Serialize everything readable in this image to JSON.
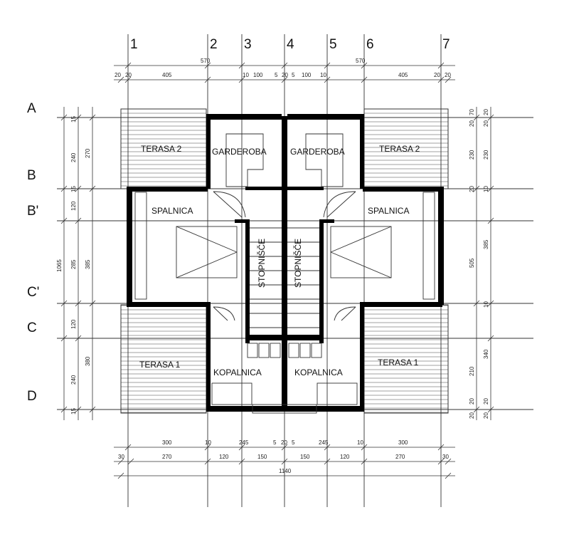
{
  "grid_columns": [
    "1",
    "2",
    "3",
    "4",
    "5",
    "6",
    "7"
  ],
  "grid_rows": [
    "A",
    "B",
    "B'",
    "C'",
    "C",
    "D"
  ],
  "rooms": {
    "terasa2_left": "TERASA 2",
    "garderoba_left": "GARDEROBA",
    "garderoba_right": "GARDEROBA",
    "terasa2_right": "TERASA 2",
    "spalnica_left": "SPALNICA",
    "spalnica_right": "SPALNICA",
    "stopnisce_left": "STOPNIŠČE",
    "stopnisce_right": "STOPNIŠČE",
    "terasa1_left": "TERASA 1",
    "kopalnica_left": "KOPALNICA",
    "kopalnica_right": "KOPALNICA",
    "terasa1_right": "TERASA 1"
  },
  "dims_top": {
    "row1": [
      "570",
      "570"
    ],
    "row2": [
      "20",
      "20",
      "405",
      "10",
      "100",
      "5",
      "20",
      "5",
      "100",
      "10",
      "405",
      "20",
      "20"
    ]
  },
  "dims_bottom": {
    "row1": [
      "300",
      "10",
      "245",
      "5",
      "20",
      "5",
      "245",
      "10",
      "300"
    ],
    "row2": [
      "30",
      "270",
      "120",
      "150",
      "150",
      "120",
      "270",
      "30"
    ],
    "total": "1140"
  },
  "dims_left": {
    "outer": "1065",
    "mid": [
      "15",
      "240",
      "15",
      "120",
      "285",
      "120",
      "240",
      "15"
    ],
    "inner": [
      "270",
      "385",
      "380"
    ]
  },
  "dims_right": {
    "a": [
      "70",
      "20",
      "230",
      "230",
      "20",
      "505",
      "340",
      "210",
      "20",
      "20"
    ],
    "b": [
      "20",
      "20",
      "385",
      "10",
      "10",
      "20",
      "20"
    ]
  }
}
